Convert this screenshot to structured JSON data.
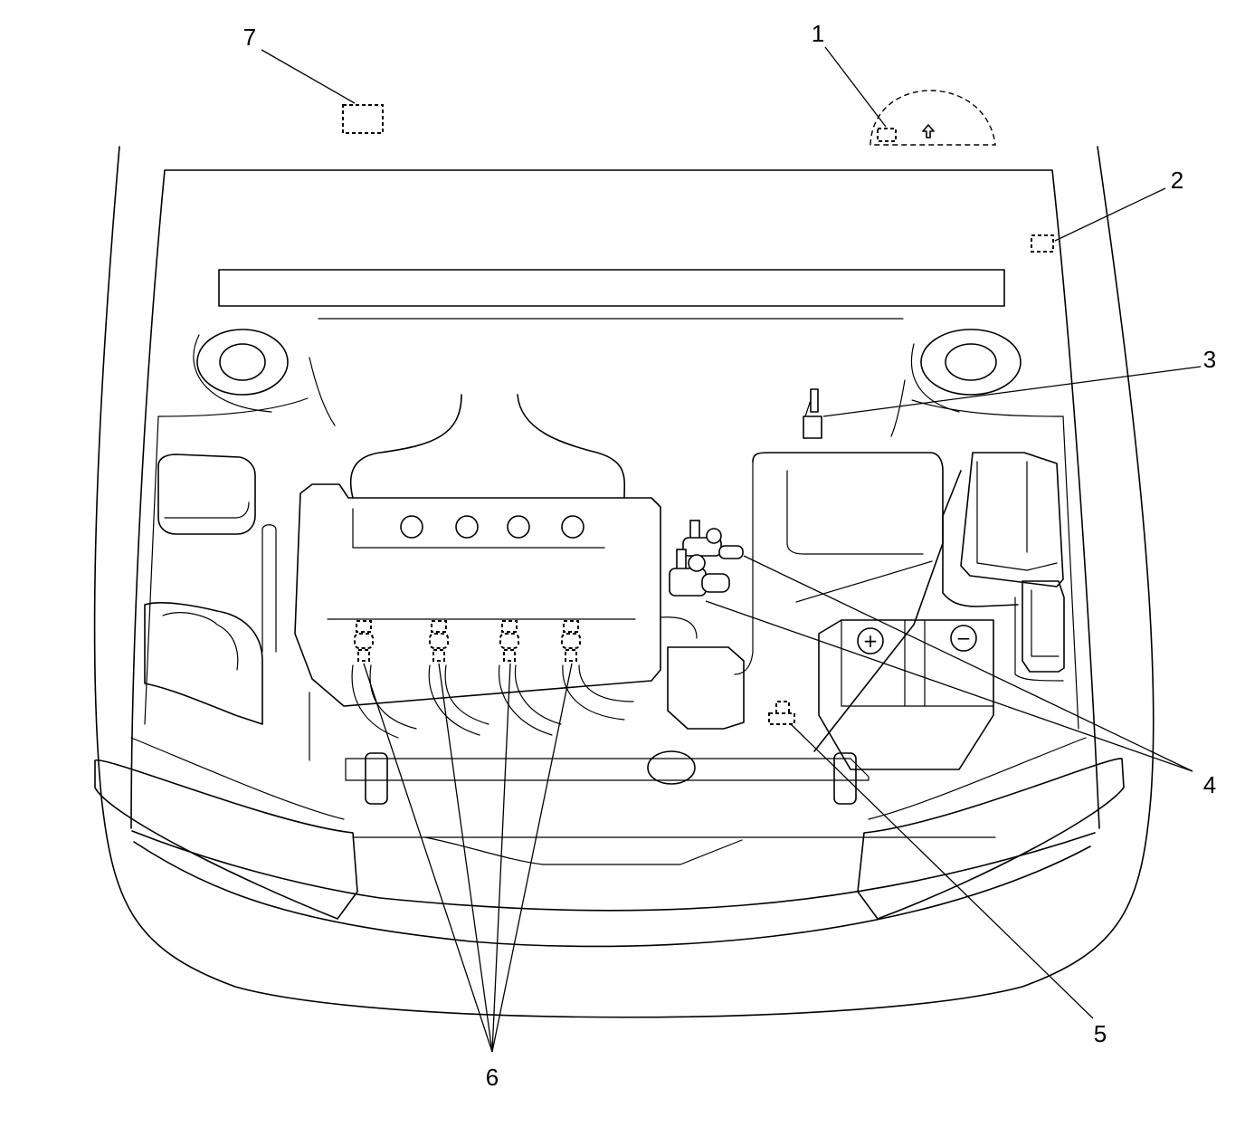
{
  "callouts": [
    {
      "id": "1",
      "label": "1"
    },
    {
      "id": "2",
      "label": "2"
    },
    {
      "id": "3",
      "label": "3"
    },
    {
      "id": "4",
      "label": "4"
    },
    {
      "id": "5",
      "label": "5"
    },
    {
      "id": "6",
      "label": "6"
    },
    {
      "id": "7",
      "label": "7"
    }
  ],
  "battery": {
    "positive": "+",
    "negative": "−"
  },
  "icons": {
    "up_arrow": "up-arrow-icon"
  }
}
